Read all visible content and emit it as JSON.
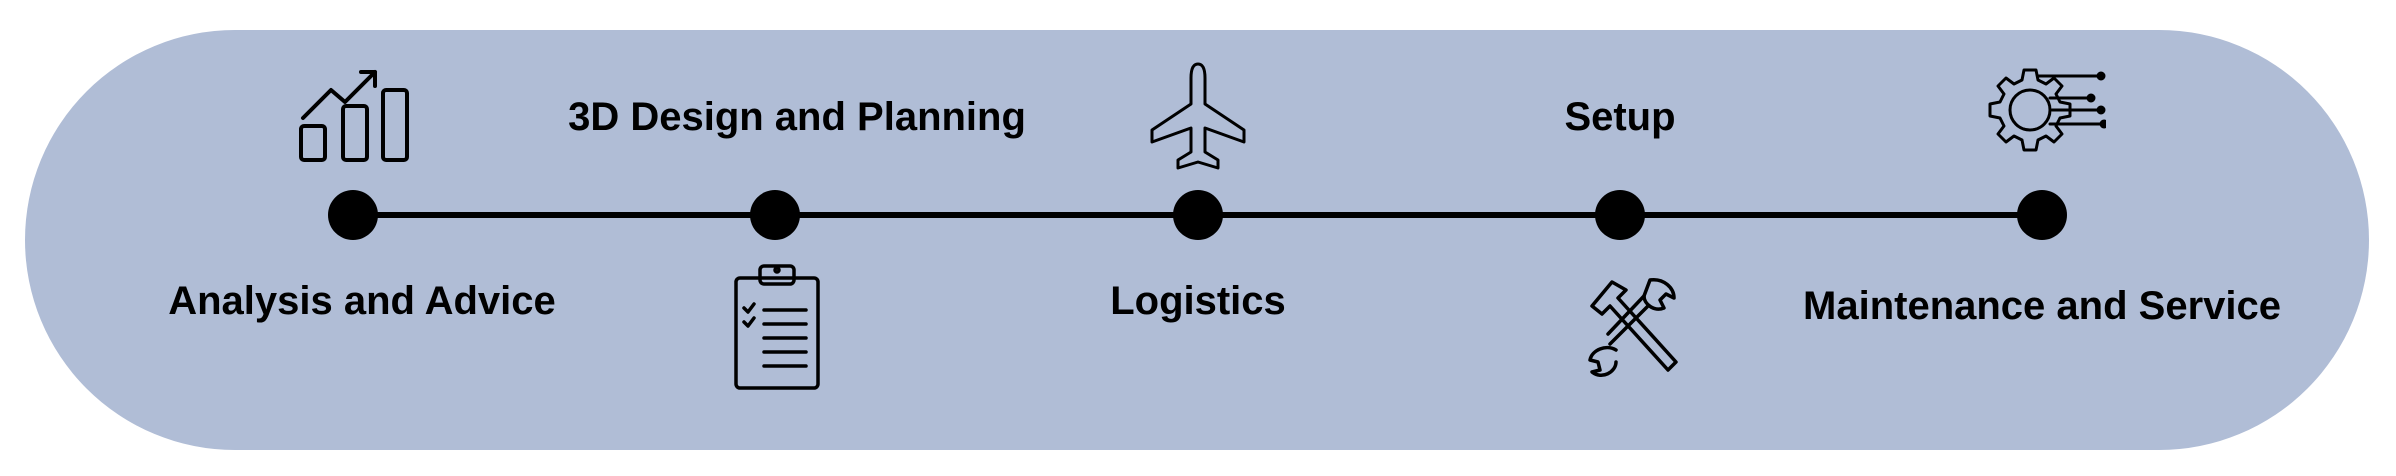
{
  "steps": [
    {
      "label": "Analysis and Advice",
      "icon": "bar-chart-growth-icon"
    },
    {
      "label": "3D Design and Planning",
      "icon": "clipboard-checklist-icon"
    },
    {
      "label": "Logistics",
      "icon": "airplane-icon"
    },
    {
      "label": "Setup",
      "icon": "hammer-wrench-icon"
    },
    {
      "label": "Maintenance and Service",
      "icon": "gear-circuit-icon"
    }
  ],
  "colors": {
    "background": "#b0bdd6",
    "line": "#000000",
    "text": "#000000"
  }
}
